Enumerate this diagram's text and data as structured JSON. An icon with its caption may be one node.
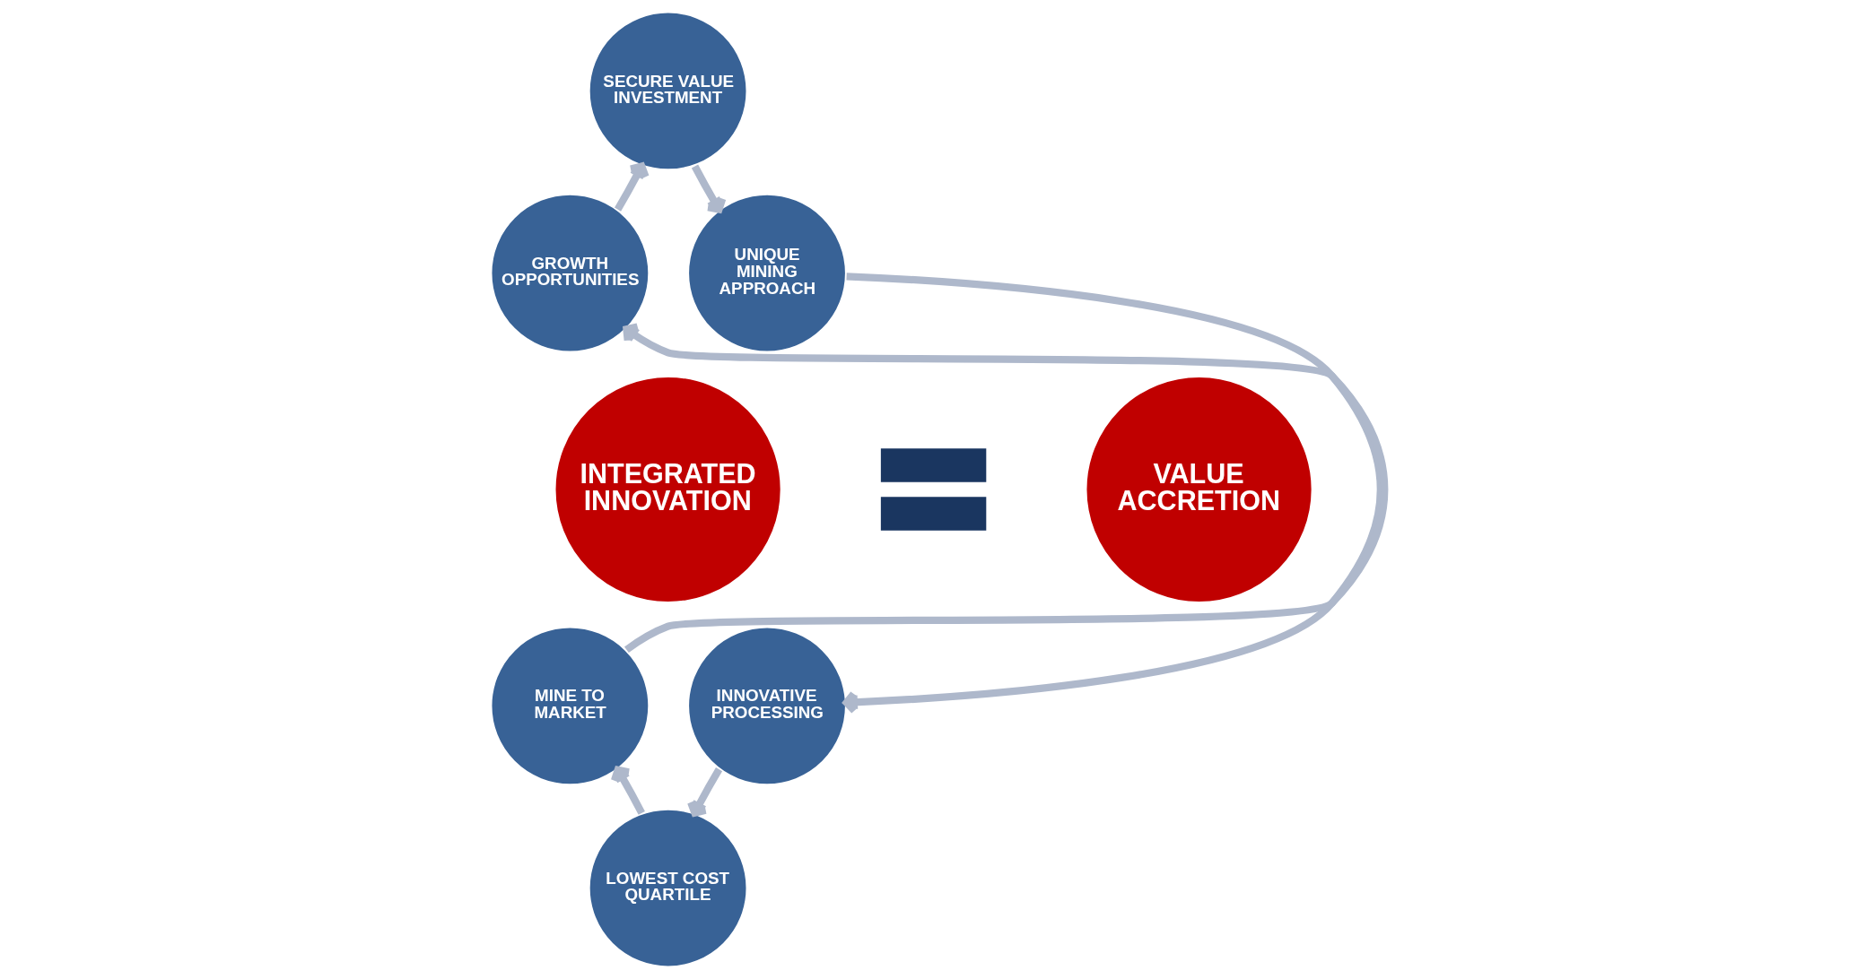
{
  "diagram": {
    "nodes": [
      {
        "text": [
          "INTEGRATED INNOVATION"
        ]
      },
      {
        "text": [
          "SECURE VALUE INVESTMENT"
        ]
      },
      {
        "text": [
          "UNIQUE MINING APPROACH"
        ]
      },
      {
        "text": [
          "INNOVATIVE PROCESSING"
        ]
      },
      {
        "text": [
          "LOWEST COST QUARTILE"
        ]
      },
      {
        "text": [
          "MINE TO MARKET"
        ]
      },
      {
        "text": [
          "GROWTH OPPORTUNITIES"
        ]
      },
      {
        "text": [],
        "shape": "equals"
      },
      {
        "text": [
          "VALUE ACCRETION"
        ]
      }
    ],
    "edges": [
      {
        "from": 1,
        "to": 2,
        "arrow": "to"
      },
      {
        "from": 2,
        "to": 3,
        "arrow": "to"
      },
      {
        "from": 3,
        "to": 4,
        "arrow": "to"
      },
      {
        "from": 4,
        "to": 5,
        "arrow": "to"
      },
      {
        "from": 5,
        "to": 6,
        "arrow": "to"
      },
      {
        "from": 6,
        "to": 1,
        "arrow": "to"
      }
    ]
  }
}
